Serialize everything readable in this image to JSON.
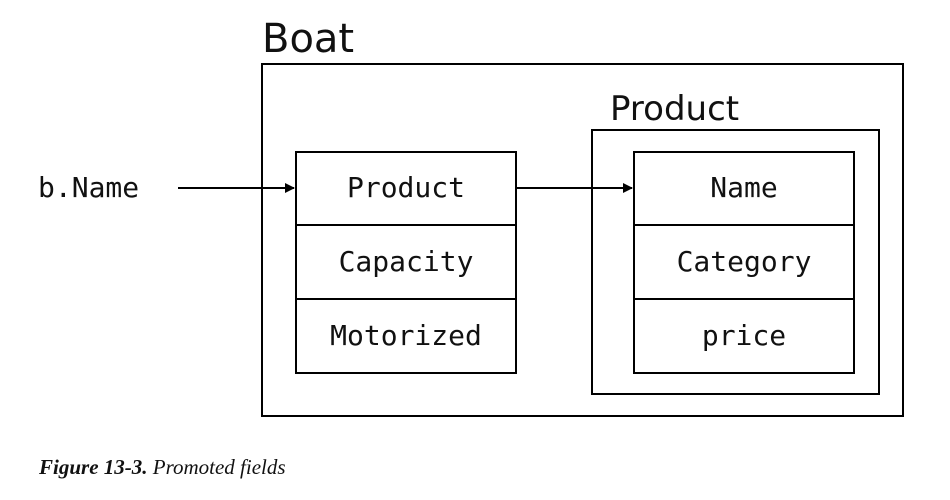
{
  "diagram": {
    "outer_label": "Boat",
    "inner_label": "Product",
    "pointer_label": "b.Name",
    "boat_fields": [
      "Product",
      "Capacity",
      "Motorized"
    ],
    "product_fields": [
      "Name",
      "Category",
      "price"
    ]
  },
  "caption": {
    "number": "Figure 13-3.",
    "text": "Promoted fields"
  }
}
